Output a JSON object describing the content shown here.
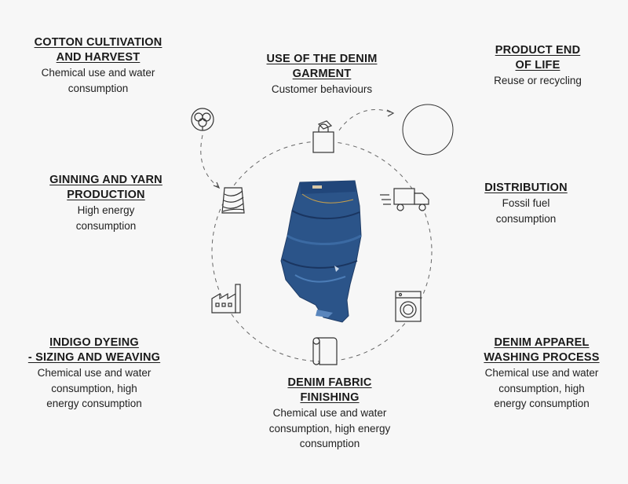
{
  "stages": {
    "cotton": {
      "title": [
        "COTTON CULTIVATION",
        "AND HARVEST"
      ],
      "desc": [
        "Chemical use and water",
        "consumption"
      ]
    },
    "use": {
      "title": [
        "USE OF THE DENIM",
        "GARMENT"
      ],
      "desc": [
        "Customer behaviours"
      ]
    },
    "endoflife": {
      "title": [
        "PRODUCT END",
        "OF LIFE"
      ],
      "desc": [
        "Reuse or recycling"
      ]
    },
    "ginning": {
      "title": [
        "GINNING AND YARN",
        "PRODUCTION"
      ],
      "desc": [
        "High energy",
        "consumption"
      ]
    },
    "distribution": {
      "title": [
        "DISTRIBUTION"
      ],
      "desc": [
        "Fossil fuel",
        "consumption"
      ]
    },
    "dyeing": {
      "title": [
        "INDIGO DYEING",
        "- SIZING AND WEAVING"
      ],
      "desc": [
        "Chemical use and water",
        "consumption, high",
        "energy consumption"
      ]
    },
    "finishing": {
      "title": [
        "DENIM FABRIC",
        "FINISHING"
      ],
      "desc": [
        "Chemical use and water",
        "consumption, high energy",
        "consumption"
      ]
    },
    "washing": {
      "title": [
        "DENIM APPAREL",
        "WASHING PROCESS"
      ],
      "desc": [
        "Chemical use and water",
        "consumption, high",
        "energy consumption"
      ]
    }
  },
  "colors": {
    "denim_dark": "#1f3c66",
    "denim_mid": "#2f5a8f",
    "denim_light": "#4f7fb8",
    "line": "#555555"
  }
}
